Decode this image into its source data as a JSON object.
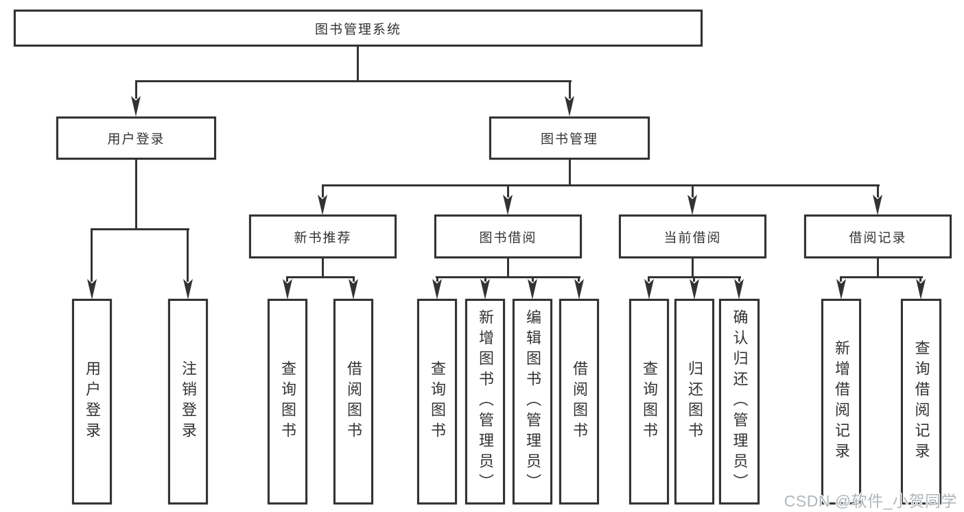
{
  "tree": {
    "label": "图书管理系统",
    "children": [
      {
        "label": "用户登录",
        "children": [
          {
            "label": "用户登录"
          },
          {
            "label": "注销登录"
          }
        ]
      },
      {
        "label": "图书管理",
        "children": [
          {
            "label": "新书推荐",
            "children": [
              {
                "label": "查询图书"
              },
              {
                "label": "借阅图书"
              }
            ]
          },
          {
            "label": "图书借阅",
            "children": [
              {
                "label": "查询图书"
              },
              {
                "label": "新增图书（管理员）"
              },
              {
                "label": "编辑图书（管理员）"
              },
              {
                "label": "借阅图书"
              }
            ]
          },
          {
            "label": "当前借阅",
            "children": [
              {
                "label": "查询图书"
              },
              {
                "label": "归还图书"
              },
              {
                "label": "确认归还（管理员）"
              }
            ]
          },
          {
            "label": "借阅记录",
            "children": [
              {
                "label": "新增借阅记录"
              },
              {
                "label": "查询借阅记录"
              }
            ]
          }
        ]
      }
    ]
  },
  "watermark": "CSDN @软件_小贺同学",
  "colors": {
    "line": "#333333",
    "text": "#333333",
    "box-bg": "#ffffff",
    "canvas-bg": "#ffffff",
    "watermark": "#b0b6bb"
  }
}
